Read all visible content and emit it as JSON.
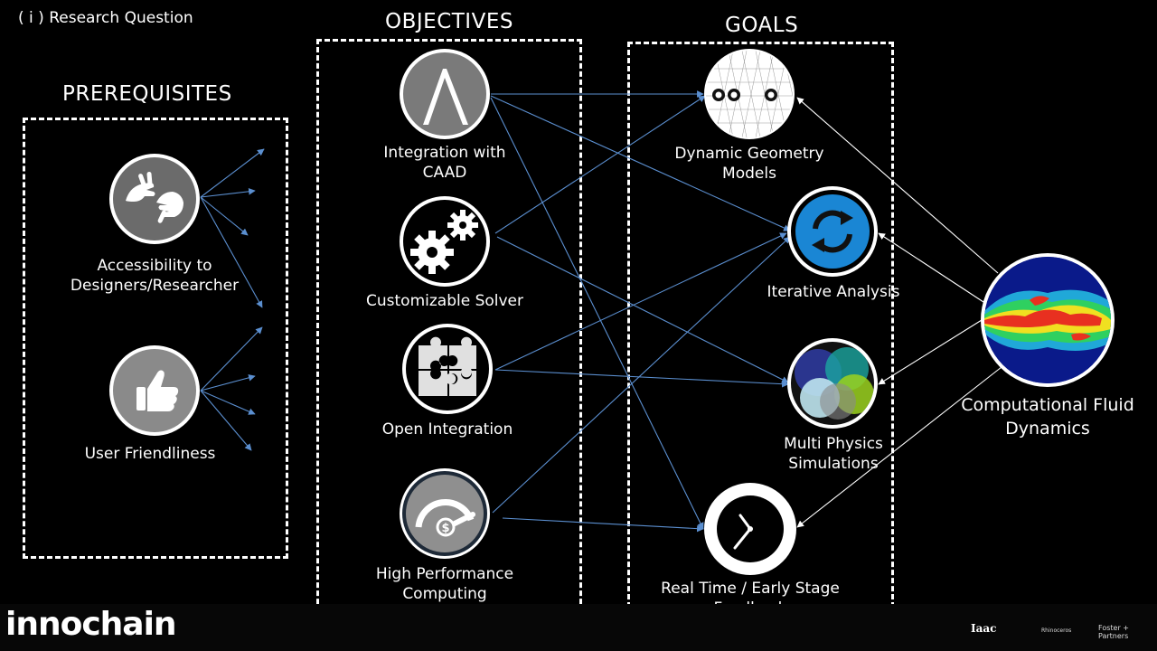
{
  "header": {
    "section": "( i ) Research Question"
  },
  "columns": {
    "prerequisites": {
      "title": "PREREQUISITES",
      "items": [
        {
          "label": "Accessibility to\nDesigners/Researcher",
          "icon": "sign-language-icon"
        },
        {
          "label": "User Friendliness",
          "icon": "thumbs-up-icon"
        }
      ]
    },
    "objectives": {
      "title": "OBJECTIVES",
      "items": [
        {
          "label": "Integration with\nCAAD",
          "icon": "caad-compass-icon"
        },
        {
          "label": "Customizable Solver",
          "icon": "gears-icon"
        },
        {
          "label": "Open Integration",
          "icon": "puzzle-icon"
        },
        {
          "label": "High Performance\nComputing",
          "icon": "speedometer-icon"
        }
      ]
    },
    "goals": {
      "title": "GOALS",
      "items": [
        {
          "label": "Dynamic Geometry\nModels",
          "icon": "mesh-geometry-icon"
        },
        {
          "label": "Iterative Analysis",
          "icon": "refresh-cycle-icon"
        },
        {
          "label": "Multi Physics\nSimulations",
          "icon": "overlapping-circles-icon"
        },
        {
          "label": "Real Time / Early Stage\nFeedback",
          "icon": "clock-icon"
        }
      ]
    }
  },
  "cfd": {
    "label": "Computational  Fluid\nDynamics",
    "icon": "cfd-flow-visualization-icon"
  },
  "footer": {
    "brand": "innochain",
    "partners": [
      "Iaac",
      "Rhinoceros",
      "Foster + Partners"
    ]
  },
  "colors": {
    "background": "#000000",
    "connector": "#5b8fd0",
    "cfd_connector": "#ffffff",
    "iterative_blue": "#1a86d4"
  }
}
